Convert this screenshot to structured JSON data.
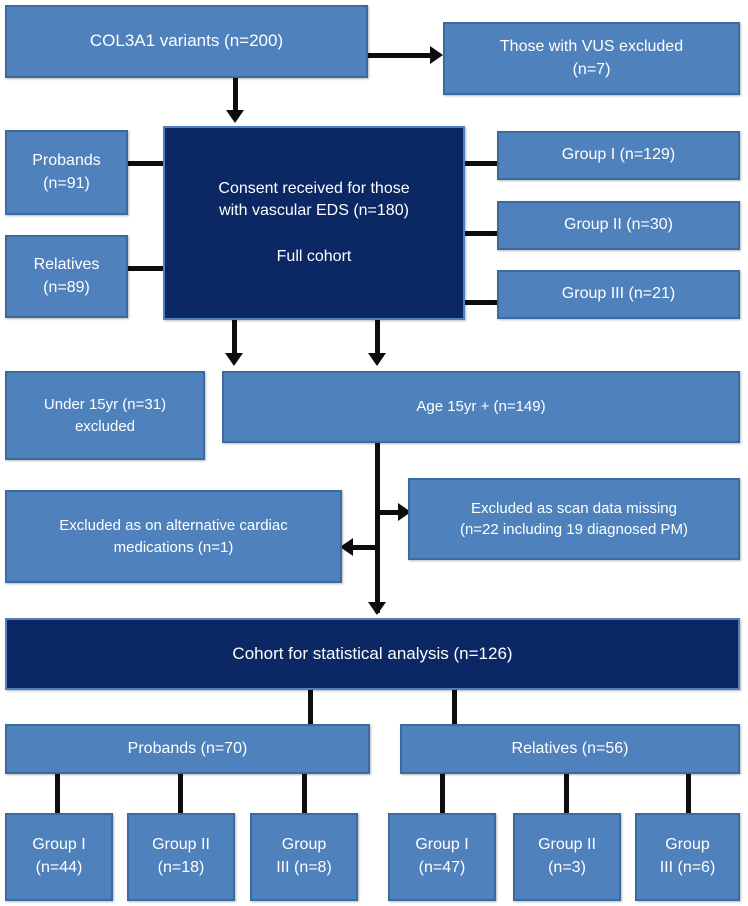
{
  "diagram": {
    "title": "COL3A1 vascular EDS cohort selection flowchart",
    "colors": {
      "box_light": "#4F81BD",
      "box_dark": "#0B2764",
      "box_light_border": "#3A6A9E",
      "box_dark_border": "#4F81BD",
      "connector": "#0D0D0D",
      "text": "#FFFFFF",
      "background": "#FFFFFF"
    }
  },
  "nodes": {
    "source_cohort": "COL3A1 variants (n=200)",
    "vus_excluded": "Those with VUS excluded\n(n=7)",
    "probands_full": "Probands\n(n=91)",
    "relatives_full": "Relatives\n(n=89)",
    "consent_full_cohort": "Consent received for those\nwith vascular EDS (n=180)\n\nFull cohort",
    "group_i_full": "Group I (n=129)",
    "group_ii_full": "Group II (n=30)",
    "group_iii_full": "Group III (n=21)",
    "under_15_excluded": "Under 15yr (n=31) excluded",
    "age_15_plus": "Age 15yr + (n=149)",
    "excluded_medications": "Excluded as on alternative cardiac\nmedications (n=1)",
    "excluded_scan_missing": "Excluded as scan data missing\n(n=22 including 19 diagnosed PM)",
    "analysis_cohort": "Cohort for statistical analysis (n=126)",
    "probands_final": "Probands (n=70)",
    "relatives_final": "Relatives (n=56)",
    "probands_group_i": "Group I\n(n=44)",
    "probands_group_ii": "Group II\n(n=18)",
    "probands_group_iii": "Group\nIII (n=8)",
    "relatives_group_i": "Group I\n(n=47)",
    "relatives_group_ii": "Group II\n(n=3)",
    "relatives_group_iii": "Group\nIII (n=6)"
  },
  "counts": {
    "col3a1_variants": 200,
    "vus_excluded": 7,
    "full_cohort": 180,
    "probands_full": 91,
    "relatives_full": 89,
    "group_i_full": 129,
    "group_ii_full": 30,
    "group_iii_full": 21,
    "under_15_excluded": 31,
    "age_15_plus": 149,
    "excluded_medications": 1,
    "excluded_scan_missing": 22,
    "diagnosed_pm": 19,
    "analysis_cohort": 126,
    "probands_final": 70,
    "relatives_final": 56,
    "probands_group_i": 44,
    "probands_group_ii": 18,
    "probands_group_iii": 8,
    "relatives_group_i": 47,
    "relatives_group_ii": 3,
    "relatives_group_iii": 6
  }
}
